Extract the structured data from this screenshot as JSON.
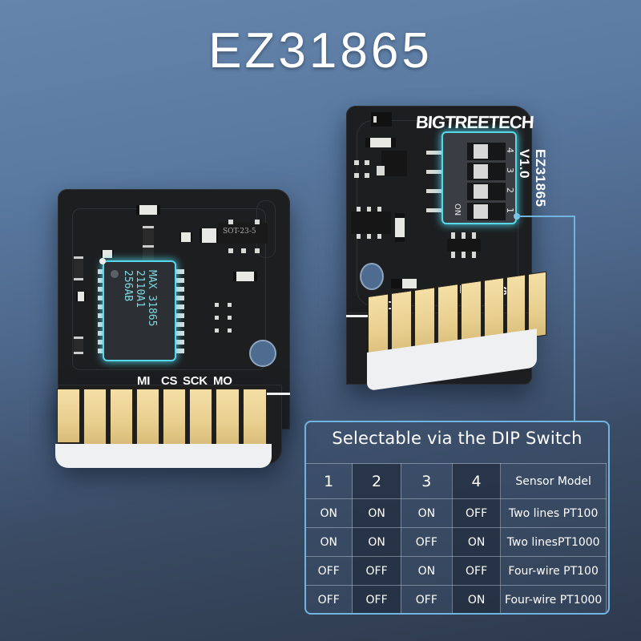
{
  "title": "EZ31865",
  "colors": {
    "background_top": "#6585ad",
    "background_bottom": "#2e3a4d",
    "accent_glow": "#58d7e8",
    "connector_line": "#6fb5e0",
    "gold_finger": "#e8cf8f",
    "pcb": "#1d1e20"
  },
  "left_board": {
    "chip_text": {
      "line1": "MAX 31865",
      "line2": "2110A1",
      "line3": "256AB"
    },
    "regulator_label": "SOT-23-5",
    "pin_labels": [
      "MI",
      "CS",
      "SCK",
      "MO"
    ]
  },
  "right_board": {
    "brand": "BIGTREETECH",
    "version": "EZ31865 V1.0",
    "dip_switch": {
      "on_label": "ON",
      "numbers": [
        "1",
        "2",
        "3",
        "4"
      ]
    },
    "pin_labels_left": "GND VIO",
    "pin_labels_right": "GND"
  },
  "dip_table": {
    "title": "Selectable via the DIP Switch",
    "headers": [
      "1",
      "2",
      "3",
      "4",
      "Sensor Model"
    ],
    "rows": [
      [
        "ON",
        "ON",
        "ON",
        "OFF",
        "Two lines PT100"
      ],
      [
        "ON",
        "ON",
        "OFF",
        "ON",
        "Two linesPT1000"
      ],
      [
        "OFF",
        "OFF",
        "ON",
        "OFF",
        "Four-wire PT100"
      ],
      [
        "OFF",
        "OFF",
        "OFF",
        "ON",
        "Four-wire PT1000"
      ]
    ]
  }
}
